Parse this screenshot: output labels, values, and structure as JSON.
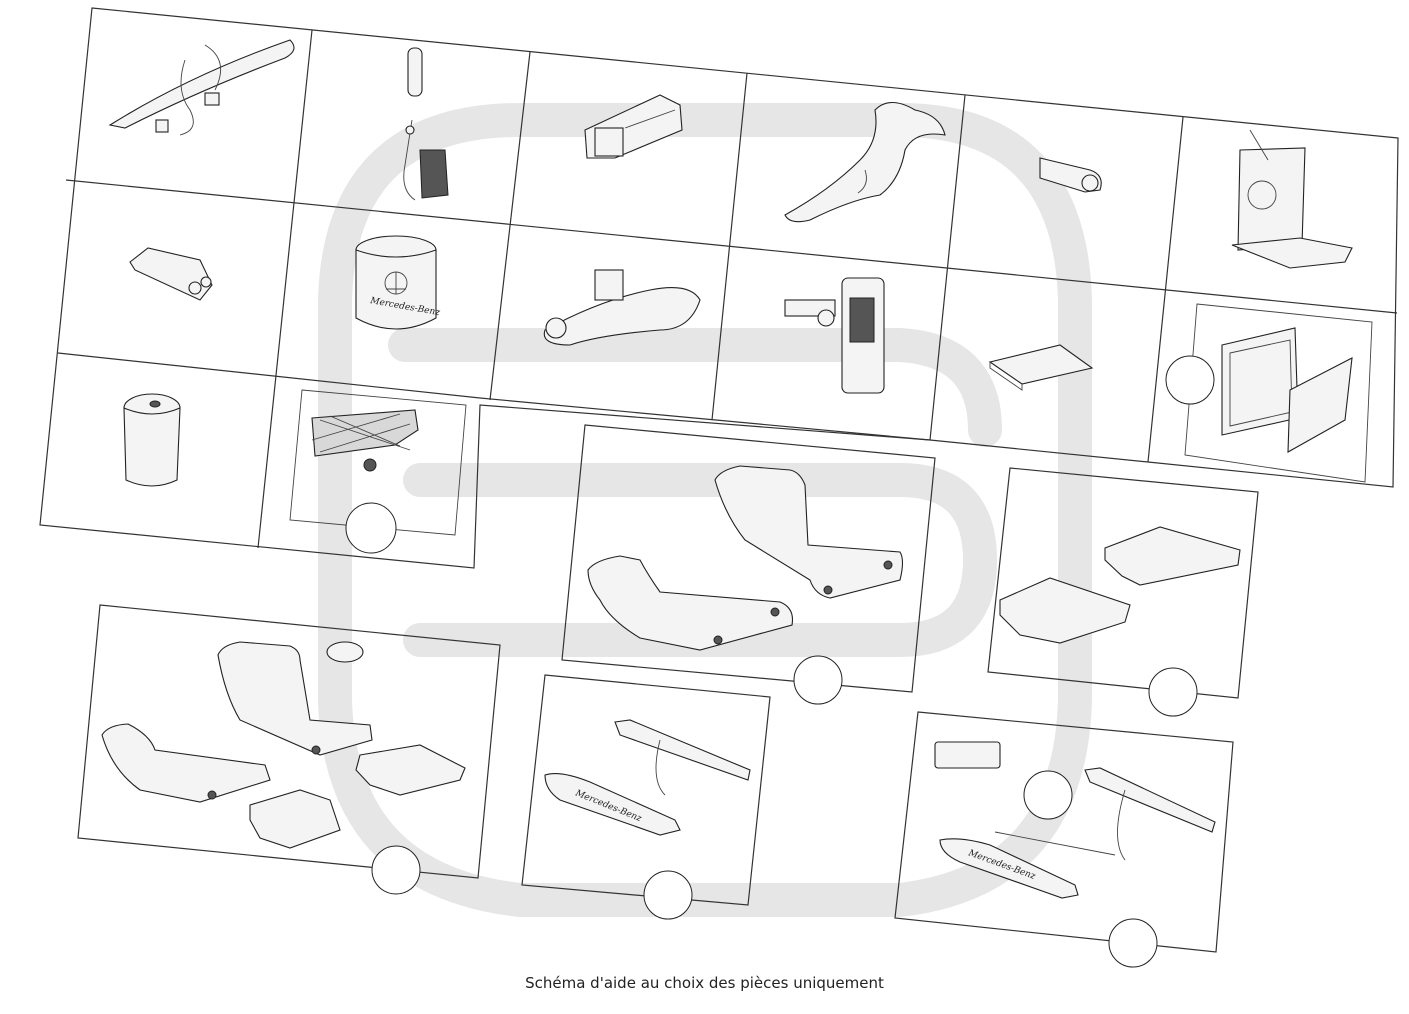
{
  "caption": "Schéma d'aide au choix des pièces uniquement",
  "brand_marks": {
    "fragrance_label": "Mercedes-Benz",
    "sill_label_left": "Mercedes-Benz",
    "sill_label_right": "Mercedes-Benz"
  },
  "colors": {
    "line": "#333333",
    "watermark": "#e6e6e6",
    "background": "#ffffff"
  }
}
